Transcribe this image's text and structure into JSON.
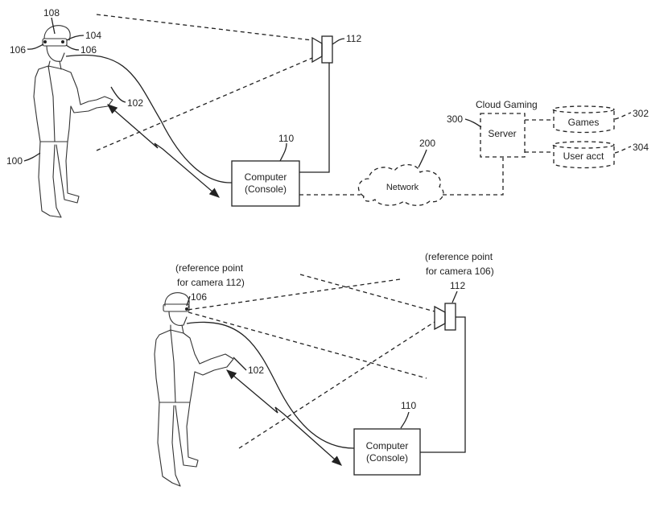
{
  "figure_top": {
    "labels": {
      "hmd_top": "108",
      "hmd": "104",
      "camera_left": "106",
      "camera_right": "106",
      "controller": "102",
      "user": "100",
      "camera_external": "112",
      "computer_ref": "110",
      "network_ref": "200",
      "server_ref": "300",
      "games_ref": "302",
      "user_acct_ref": "304"
    },
    "computer": {
      "line1": "Computer",
      "line2": "(Console)"
    },
    "network": "Network",
    "server_title": "Cloud Gaming",
    "server": "Server",
    "games": "Games",
    "user_acct": "User acct"
  },
  "figure_bottom": {
    "ref_left": {
      "line1": "(reference point",
      "line2": "for camera 112)"
    },
    "ref_right": {
      "line1": "(reference point",
      "line2": "for camera 106)"
    },
    "labels": {
      "camera_hmd": "106",
      "camera_external": "112",
      "controller": "102",
      "computer_ref": "110"
    },
    "computer": {
      "line1": "Computer",
      "line2": "(Console)"
    }
  }
}
